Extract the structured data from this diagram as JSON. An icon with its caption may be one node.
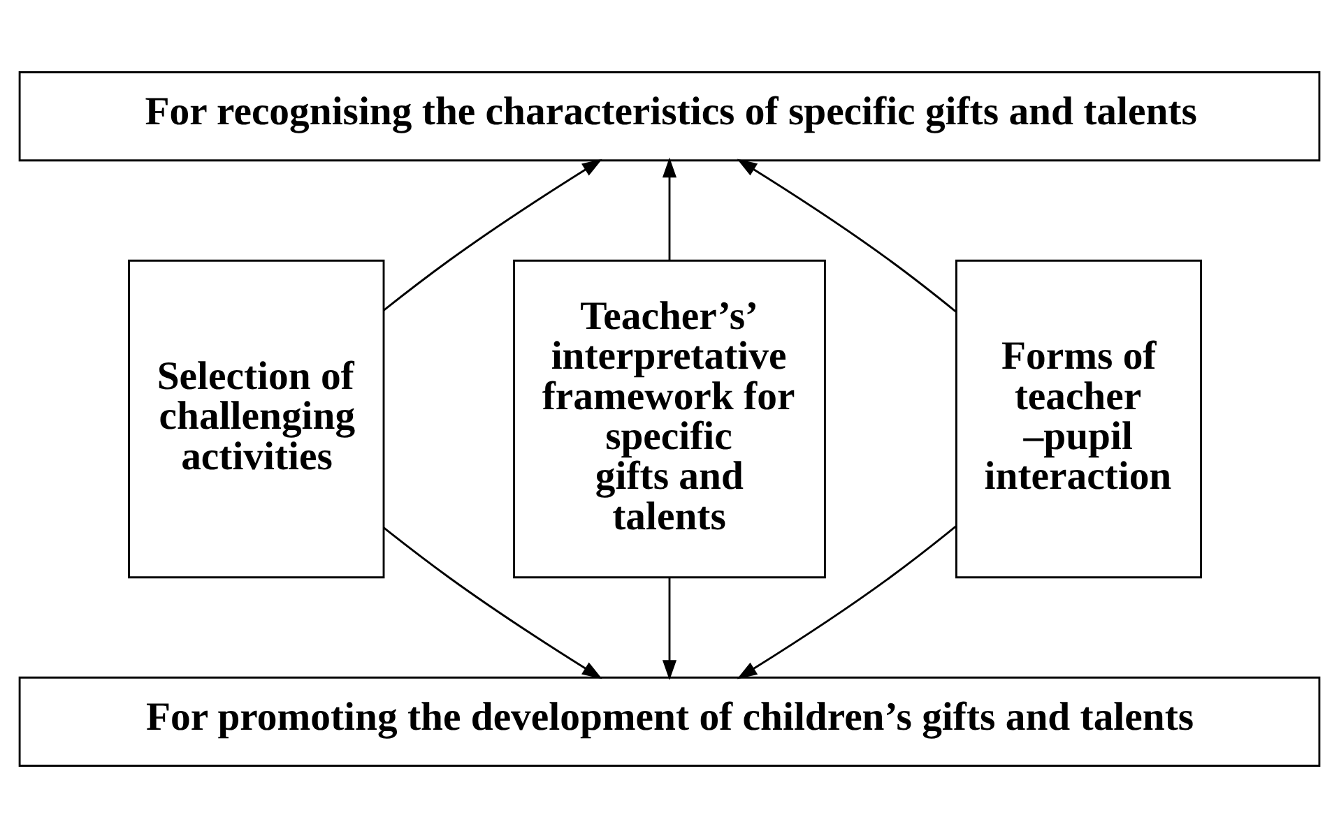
{
  "diagram": {
    "nodes": [
      {
        "text": [
          "For recognising the characteristics of specific gifts and talents"
        ]
      },
      {
        "text": [
          "Selection of challenging activities"
        ]
      },
      {
        "text": [
          "Teacher’s’ interpretative framework for specific gifts and talents"
        ]
      },
      {
        "text": [
          "Forms of teacher –pupil interaction"
        ]
      },
      {
        "text": [
          "For promoting the development of children’s gifts and talents"
        ]
      }
    ],
    "edges": [
      {
        "from": 1,
        "to": 0,
        "arrow": "to"
      },
      {
        "from": 2,
        "to": 0,
        "arrow": "to"
      },
      {
        "from": 3,
        "to": 0,
        "arrow": "to"
      },
      {
        "from": 1,
        "to": 4,
        "arrow": "to"
      },
      {
        "from": 2,
        "to": 4,
        "arrow": "to"
      },
      {
        "from": 3,
        "to": 4,
        "arrow": "to"
      }
    ]
  }
}
